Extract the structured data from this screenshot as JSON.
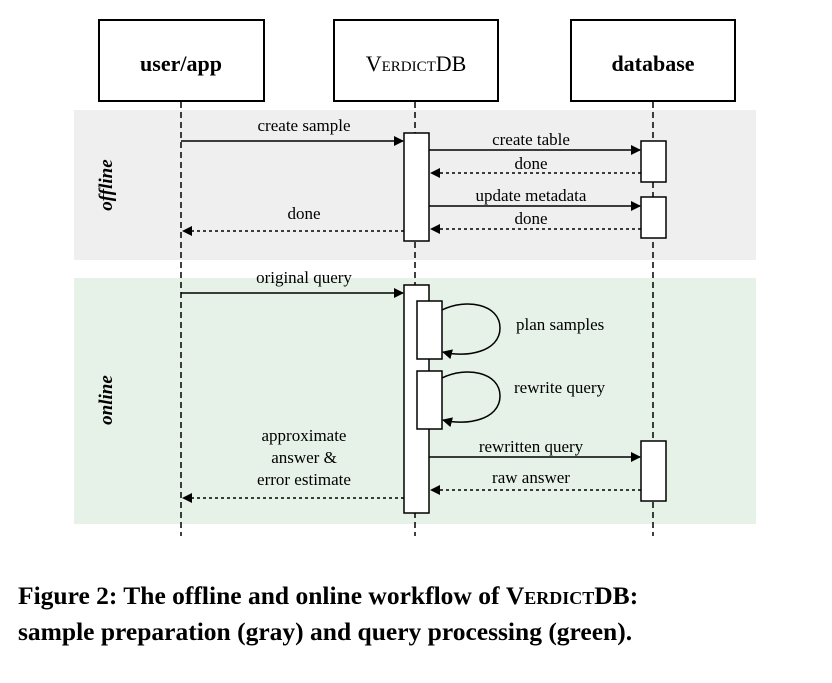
{
  "actors": {
    "user": {
      "label": "user/app"
    },
    "verdict": {
      "label_main": "Verdict",
      "label_suffix": "DB"
    },
    "database": {
      "label": "database"
    }
  },
  "phases": {
    "offline": {
      "label": "offline",
      "color": "#efefef"
    },
    "online": {
      "label": "online",
      "color": "#e6f2e8"
    }
  },
  "messages": {
    "create_sample": "create sample",
    "create_table": "create table",
    "done_db_1": "done",
    "update_metadata": "update metadata",
    "done_db_2": "done",
    "done_user": "done",
    "original_query": "original query",
    "plan_samples": "plan samples",
    "rewrite_query": "rewrite query",
    "rewritten_query": "rewritten query",
    "raw_answer": "raw answer",
    "approx_line1": "approximate",
    "approx_line2": "answer &",
    "approx_line3": "error estimate"
  },
  "caption": {
    "prefix": "Figure 2: The offline and online workflow of ",
    "name_main": "Verdict",
    "name_suffix": "DB:",
    "line2": "sample preparation (gray) and query processing (green)."
  }
}
